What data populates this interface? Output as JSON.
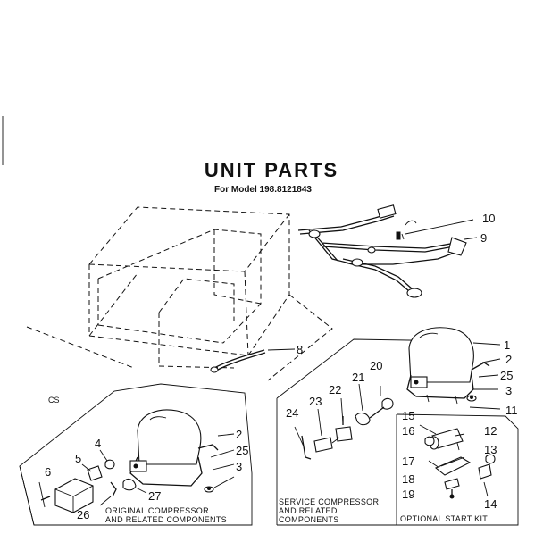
{
  "header": {
    "title": "UNIT PARTS",
    "subtitle": "For Model 198.8121843"
  },
  "section_code": "CS",
  "captions": {
    "original_line1": "ORIGINAL COMPRESSOR",
    "original_line2": "AND RELATED COMPONENTS",
    "service_line1": "SERVICE COMPRESSOR",
    "service_line2": "AND RELATED",
    "service_line3": "COMPONENTS",
    "start_kit": "OPTIONAL START KIT"
  },
  "callouts": {
    "p10": "10",
    "p9": "9",
    "p8": "8",
    "p1": "1",
    "p2_service": "2",
    "p25_service": "25",
    "p3_service": "3",
    "p11": "11",
    "p20": "20",
    "p21": "21",
    "p22": "22",
    "p23": "23",
    "p24": "24",
    "p15": "15",
    "p16": "16",
    "p12": "12",
    "p13": "13",
    "p17": "17",
    "p18": "18",
    "p14": "14",
    "p19": "19",
    "p6": "6",
    "p5": "5",
    "p4": "4",
    "p2_original": "2",
    "p25_original": "25",
    "p3_original": "3",
    "p27": "27",
    "p26": "26"
  }
}
